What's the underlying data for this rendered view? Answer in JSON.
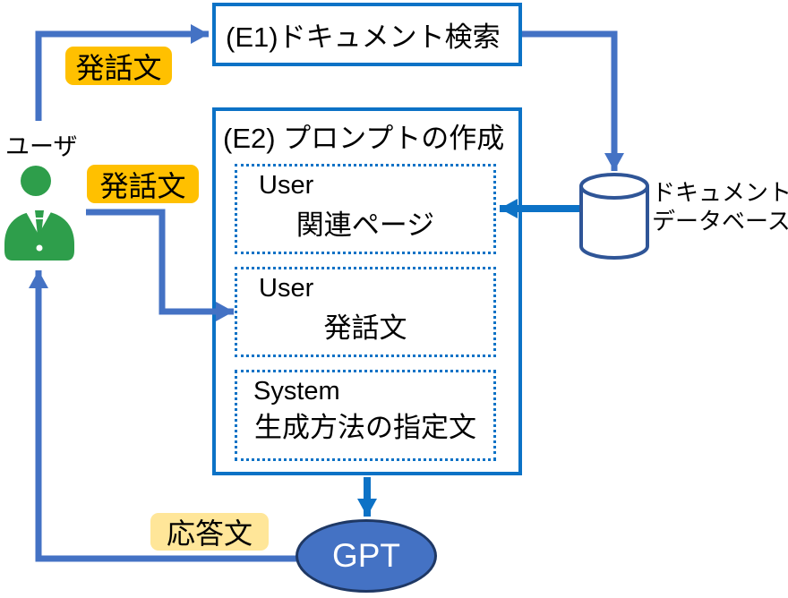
{
  "colors": {
    "box_border_blue": "#0c72c6",
    "arrow_muted_blue": "#4472c4",
    "db_border_blue": "#2f5597",
    "gpt_fill_blue": "#4472c4",
    "gpt_border_navy": "#1f3864",
    "user_green": "#2e9e4b",
    "tag_orange": "#ffc000",
    "tag_light_yellow": "#ffe699",
    "text_black": "#000000"
  },
  "user": {
    "label": "ユーザ"
  },
  "e1": {
    "label": "(E1)ドキュメント検索"
  },
  "e2": {
    "title": "(E2) プロンプトの作成",
    "parts": [
      {
        "role": "User",
        "content": "関連ページ"
      },
      {
        "role": "User",
        "content": "発話文"
      },
      {
        "role": "System",
        "content": "生成方法の指定文"
      }
    ]
  },
  "database": {
    "line1": "ドキュメント",
    "line2": "データベース"
  },
  "gpt": {
    "label": "GPT"
  },
  "edge_labels": {
    "utterance_to_search": "発話文",
    "utterance_to_prompt": "発話文",
    "response": "応答文"
  }
}
